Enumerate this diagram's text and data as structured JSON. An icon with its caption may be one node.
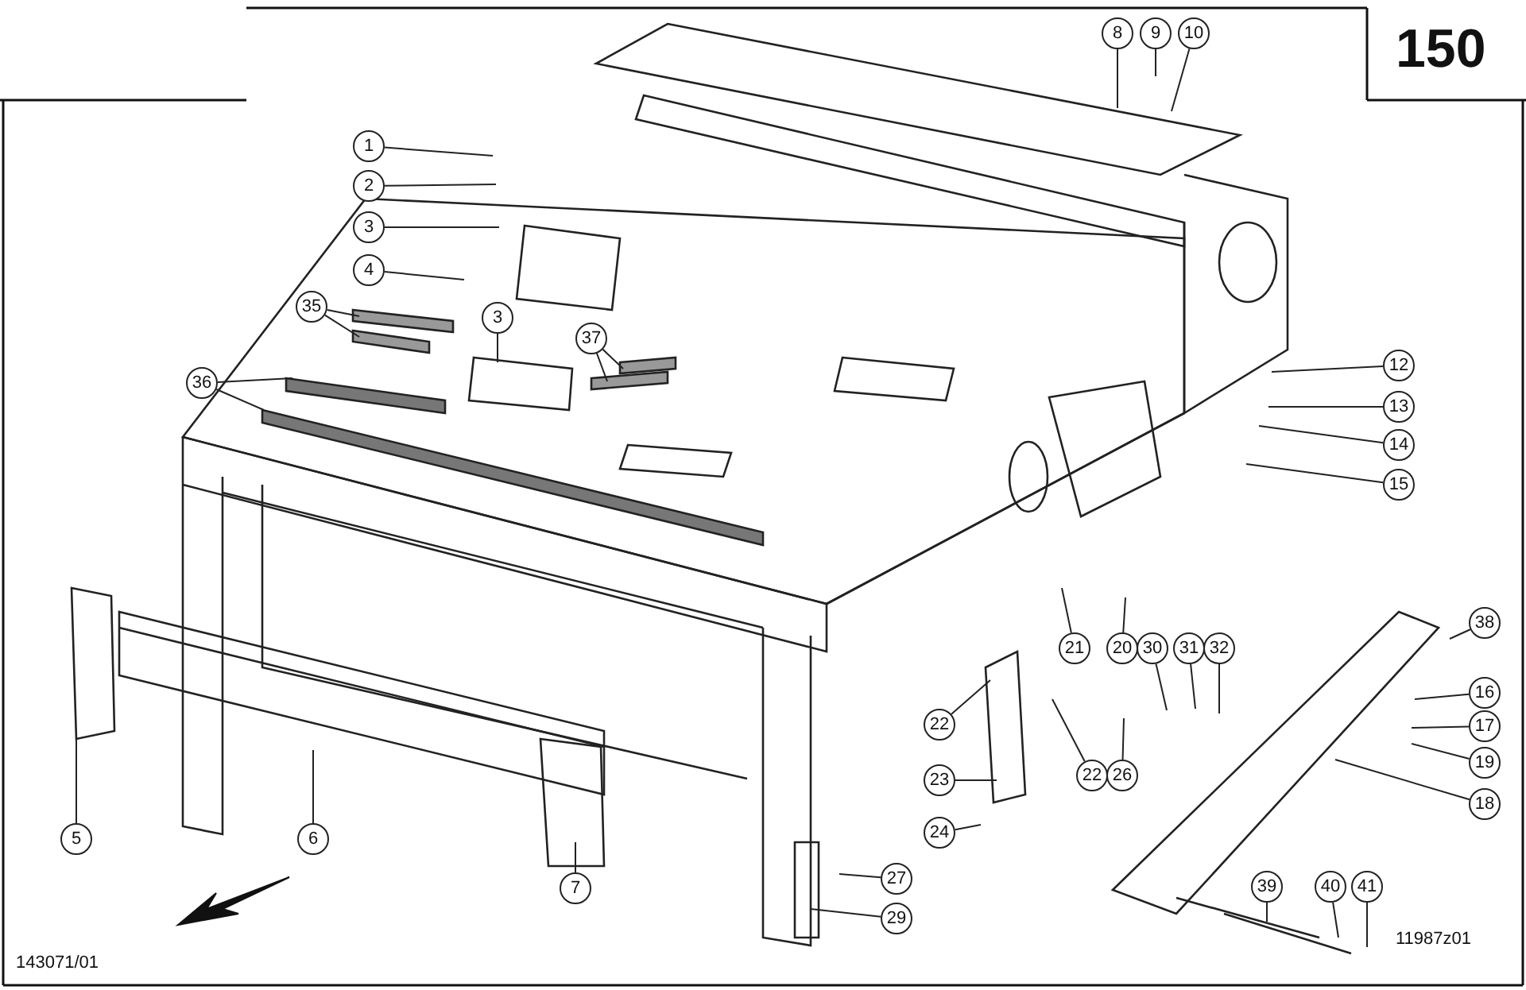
{
  "diagram": {
    "nodes": [
      {
        "text": [
          "8"
        ]
      },
      {
        "text": [
          "9"
        ]
      },
      {
        "text": [
          "10"
        ]
      },
      {
        "text": [
          "1"
        ]
      },
      {
        "text": [
          "2"
        ]
      },
      {
        "text": [
          "3"
        ]
      },
      {
        "text": [
          "4"
        ]
      },
      {
        "text": [
          "35"
        ]
      },
      {
        "text": [
          "3"
        ]
      },
      {
        "text": [
          "37"
        ]
      },
      {
        "text": [
          "36"
        ]
      },
      {
        "text": [
          "12"
        ]
      },
      {
        "text": [
          "13"
        ]
      },
      {
        "text": [
          "14"
        ]
      },
      {
        "text": [
          "15"
        ]
      },
      {
        "text": [
          "38"
        ]
      },
      {
        "text": [
          "21"
        ]
      },
      {
        "text": [
          "20"
        ]
      },
      {
        "text": [
          "30"
        ]
      },
      {
        "text": [
          "31"
        ]
      },
      {
        "text": [
          "32"
        ]
      },
      {
        "text": [
          "16"
        ]
      },
      {
        "text": [
          "17"
        ]
      },
      {
        "text": [
          "22"
        ]
      },
      {
        "text": [
          "19"
        ]
      },
      {
        "text": [
          "22"
        ]
      },
      {
        "text": [
          "23"
        ]
      },
      {
        "text": [
          "26"
        ]
      },
      {
        "text": [
          "18"
        ]
      },
      {
        "text": [
          "24"
        ]
      },
      {
        "text": [
          "5"
        ]
      },
      {
        "text": [
          "6"
        ]
      },
      {
        "text": [
          "27"
        ]
      },
      {
        "text": [
          "7"
        ]
      },
      {
        "text": [
          "39"
        ]
      },
      {
        "text": [
          "40"
        ]
      },
      {
        "text": [
          "41"
        ]
      },
      {
        "text": [
          "29"
        ]
      }
    ],
    "edges": [
      {
        "from": 0,
        "to": null,
        "arrow": "none"
      },
      {
        "from": 1,
        "to": null,
        "arrow": "none"
      },
      {
        "from": 2,
        "to": null,
        "arrow": "none"
      },
      {
        "from": 3,
        "to": null,
        "arrow": "none"
      },
      {
        "from": 4,
        "to": null,
        "arrow": "none"
      },
      {
        "from": 5,
        "to": null,
        "arrow": "none"
      },
      {
        "from": 6,
        "to": null,
        "arrow": "none"
      },
      {
        "from": 7,
        "to": null,
        "arrow": "none"
      },
      {
        "from": 7,
        "to": null,
        "arrow": "none"
      },
      {
        "from": 8,
        "to": null,
        "arrow": "none"
      },
      {
        "from": 9,
        "to": null,
        "arrow": "none"
      },
      {
        "from": 9,
        "to": null,
        "arrow": "none"
      },
      {
        "from": 10,
        "to": null,
        "arrow": "none"
      },
      {
        "from": 10,
        "to": null,
        "arrow": "none"
      },
      {
        "from": 11,
        "to": null,
        "arrow": "none"
      },
      {
        "from": 12,
        "to": null,
        "arrow": "none"
      },
      {
        "from": 13,
        "to": null,
        "arrow": "none"
      },
      {
        "from": 14,
        "to": null,
        "arrow": "none"
      },
      {
        "from": 15,
        "to": null,
        "arrow": "none"
      },
      {
        "from": 16,
        "to": null,
        "arrow": "none"
      },
      {
        "from": 17,
        "to": null,
        "arrow": "none"
      },
      {
        "from": 18,
        "to": null,
        "arrow": "none"
      },
      {
        "from": 19,
        "to": null,
        "arrow": "none"
      },
      {
        "from": 20,
        "to": null,
        "arrow": "none"
      },
      {
        "from": 21,
        "to": null,
        "arrow": "none"
      },
      {
        "from": 22,
        "to": null,
        "arrow": "none"
      },
      {
        "from": 23,
        "to": null,
        "arrow": "none"
      },
      {
        "from": 24,
        "to": null,
        "arrow": "none"
      },
      {
        "from": 25,
        "to": null,
        "arrow": "none"
      },
      {
        "from": 26,
        "to": null,
        "arrow": "none"
      },
      {
        "from": 27,
        "to": null,
        "arrow": "none"
      },
      {
        "from": 28,
        "to": null,
        "arrow": "none"
      },
      {
        "from": 29,
        "to": null,
        "arrow": "none"
      },
      {
        "from": 30,
        "to": null,
        "arrow": "none"
      },
      {
        "from": 31,
        "to": null,
        "arrow": "none"
      },
      {
        "from": 32,
        "to": null,
        "arrow": "none"
      },
      {
        "from": 33,
        "to": null,
        "arrow": "none"
      },
      {
        "from": 34,
        "to": null,
        "arrow": "none"
      },
      {
        "from": 35,
        "to": null,
        "arrow": "none"
      },
      {
        "from": 36,
        "to": null,
        "arrow": "none"
      },
      {
        "from": 37,
        "to": null,
        "arrow": "none"
      }
    ],
    "labels": [
      "150",
      "143071/01",
      "11987z01"
    ]
  }
}
